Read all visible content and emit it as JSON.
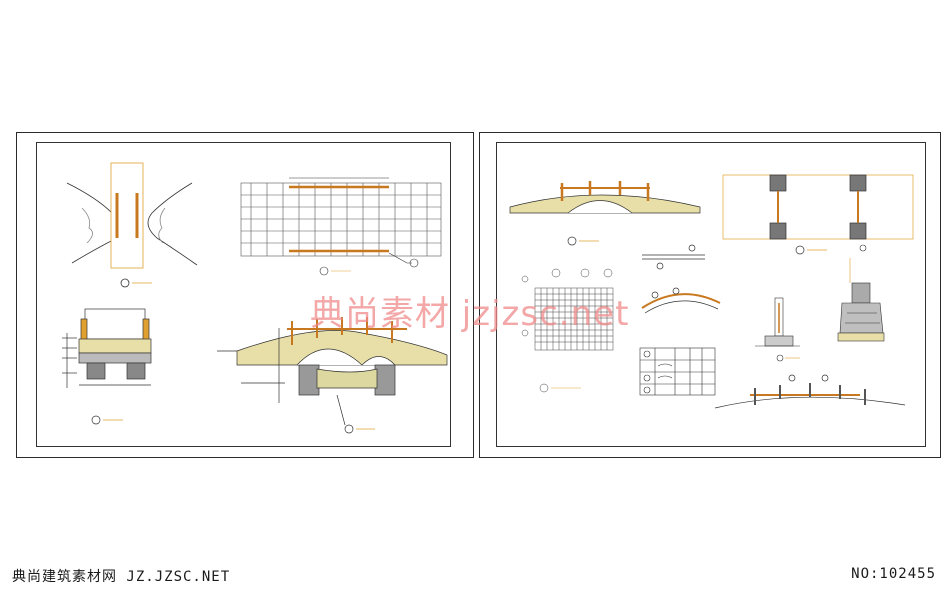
{
  "watermark": {
    "text": "典尚素材 jzjzsc.net"
  },
  "footer": {
    "site": "典尚建筑素材网 JZ.JZSC.NET",
    "number": "NO:102455"
  },
  "colors": {
    "line": "#2b2b2b",
    "wood": "#c8781e",
    "accent": "#e0a030",
    "fill": "#e8dfa8",
    "hatch": "#9a9a9a",
    "grid": "#555555"
  }
}
